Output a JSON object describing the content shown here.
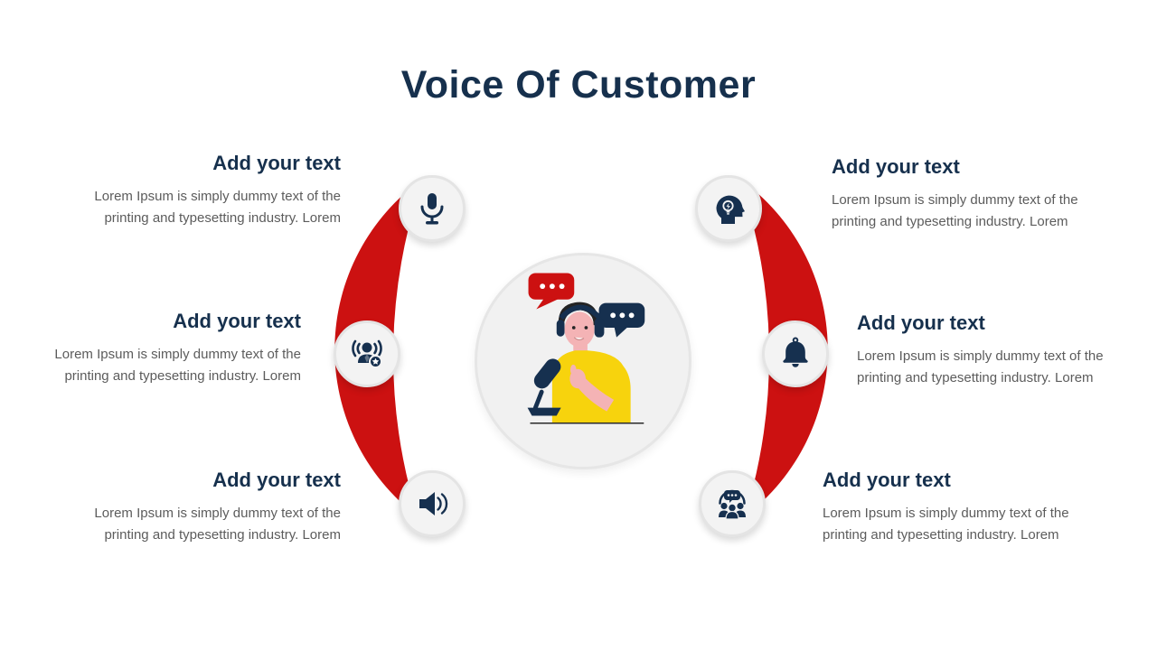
{
  "slide": {
    "title": "Voice Of Customer",
    "center_illustration": "person-speaking-into-microphone-with-speech-bubbles"
  },
  "colors": {
    "red": "#CC1111",
    "navy": "#16304D",
    "icon_navy": "#16304F",
    "text_gray": "#5C5C5C",
    "circle_fill": "#F3F3F3",
    "yellow": "#F7D30D",
    "skin": "#F4B3B5"
  },
  "items": [
    {
      "side": "left",
      "position": "top",
      "icon": "microphone",
      "heading": "Add your text",
      "body": "Lorem Ipsum is simply dummy text of the printing and typesetting industry. Lorem"
    },
    {
      "side": "left",
      "position": "middle",
      "icon": "broadcast-person-star",
      "heading": "Add your text",
      "body": "Lorem Ipsum is simply dummy text of the printing and typesetting industry. Lorem"
    },
    {
      "side": "left",
      "position": "bottom",
      "icon": "speaker-volume",
      "heading": "Add your text",
      "body": "Lorem Ipsum is simply dummy text of the printing and typesetting industry. Lorem"
    },
    {
      "side": "right",
      "position": "top",
      "icon": "idea-head",
      "heading": "Add your text",
      "body": "Lorem Ipsum is simply dummy text of the printing and typesetting industry. Lorem"
    },
    {
      "side": "right",
      "position": "middle",
      "icon": "notification-bell",
      "heading": "Add your text",
      "body": "Lorem Ipsum is simply dummy text of the printing and typesetting industry. Lorem"
    },
    {
      "side": "right",
      "position": "bottom",
      "icon": "support-team",
      "heading": "Add your text",
      "body": "Lorem Ipsum is simply dummy text of the printing and typesetting industry. Lorem"
    }
  ]
}
